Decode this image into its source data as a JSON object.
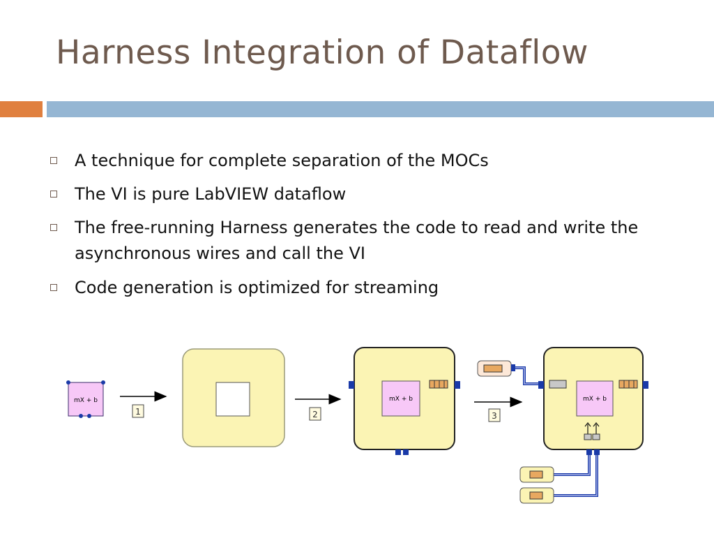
{
  "slide": {
    "title": "Harness Integration of Dataflow",
    "bullets": [
      "A technique for complete separation of the MOCs",
      "The VI is pure LabVIEW dataflow",
      "The free-running Harness generates the code to read and write the asynchronous wires and call the VI",
      "Code generation is optimized for streaming"
    ]
  },
  "diagram": {
    "node_label": "mX + b",
    "steps": [
      "1",
      "2",
      "3"
    ]
  },
  "colors": {
    "title": "#6e5a4e",
    "accent_orange": "#e0803f",
    "accent_blue": "#95b6d3",
    "node_pink": "#f7c8f7",
    "frame_yellow": "#fbf4b4",
    "terminal_blue": "#1a3aa8"
  }
}
